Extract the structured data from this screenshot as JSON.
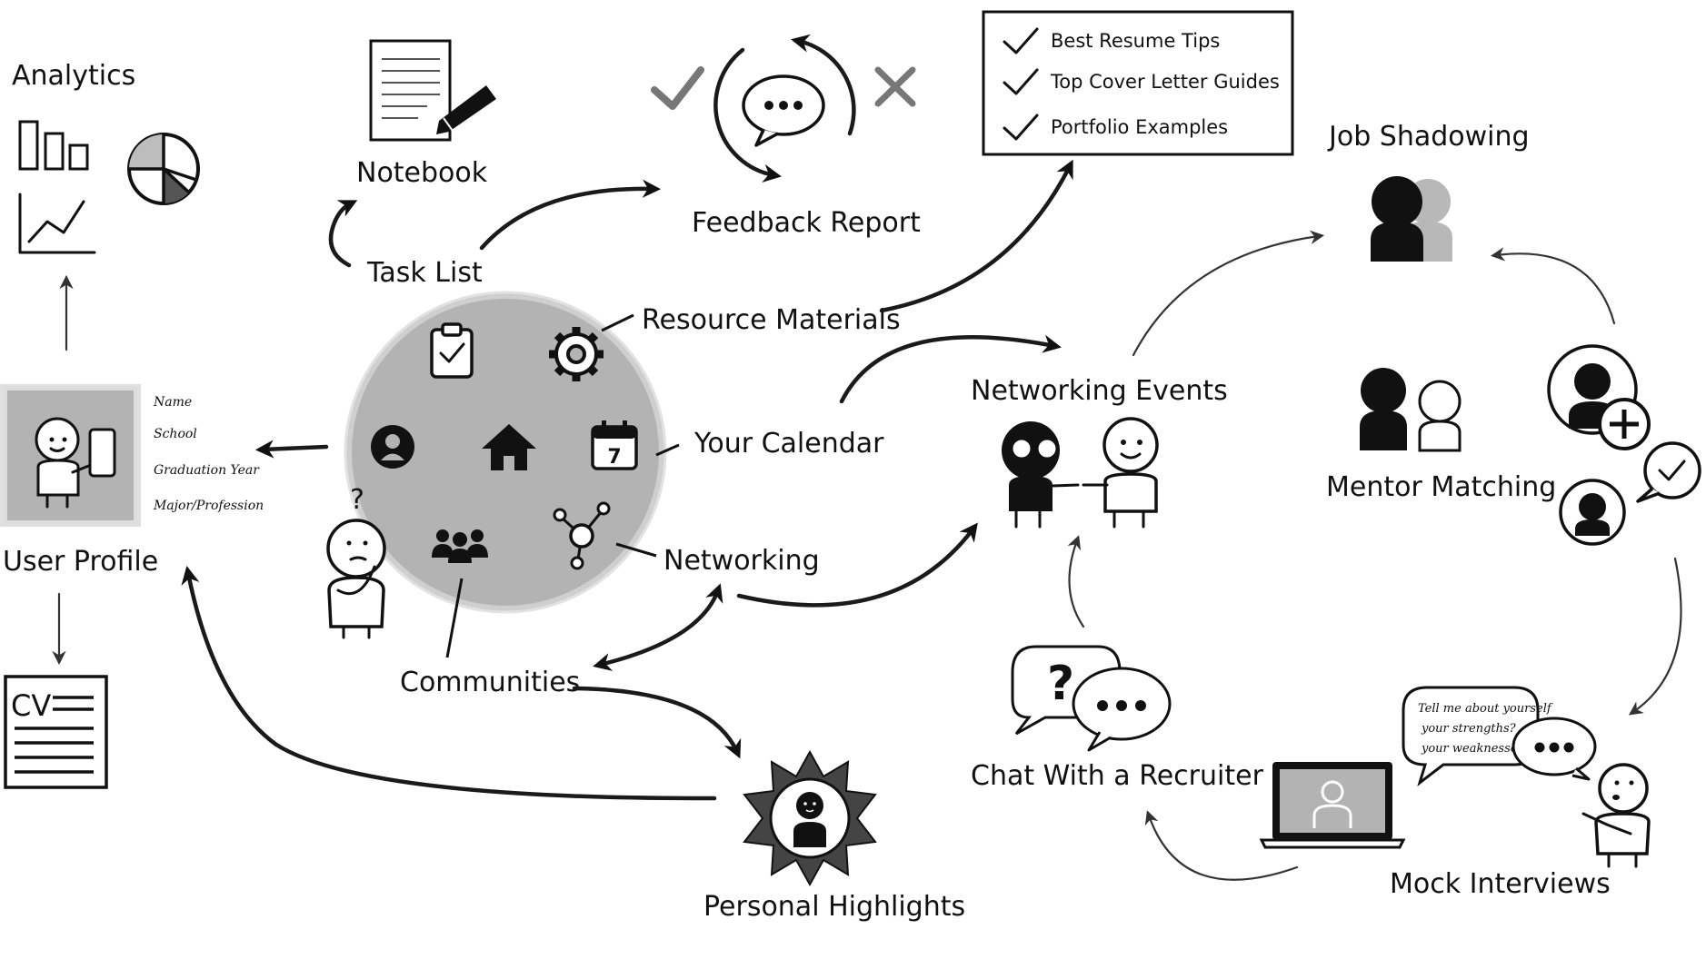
{
  "labels": {
    "analytics": "Analytics",
    "notebook": "Notebook",
    "feedback_report": "Feedback Report",
    "job_shadowing": "Job Shadowing",
    "task_list": "Task List",
    "resource_materials": "Resource Materials",
    "your_calendar": "Your Calendar",
    "networking": "Networking",
    "communities": "Communities",
    "networking_events": "Networking Events",
    "mentor_matching": "Mentor Matching",
    "user_profile": "User Profile",
    "chat_with_recruiter": "Chat With a Recruiter",
    "mock_interviews": "Mock Interviews",
    "personal_highlights": "Personal Highlights"
  },
  "checklist": [
    "Best Resume Tips",
    "Top Cover Letter Guides",
    "Portfolio Examples"
  ],
  "profile_fields": [
    "Name",
    "School",
    "Graduation Year",
    "Major/Profession"
  ],
  "cv_text": "CV",
  "calendar_day": "7",
  "interview_bubble": [
    "Tell me about yourself",
    "your strengths?",
    "your weaknesses?"
  ],
  "icons": {
    "hub": [
      "clipboard-check-icon",
      "gear-icon",
      "user-circle-icon",
      "home-icon",
      "calendar-icon",
      "group-icon",
      "network-nodes-icon"
    ]
  }
}
